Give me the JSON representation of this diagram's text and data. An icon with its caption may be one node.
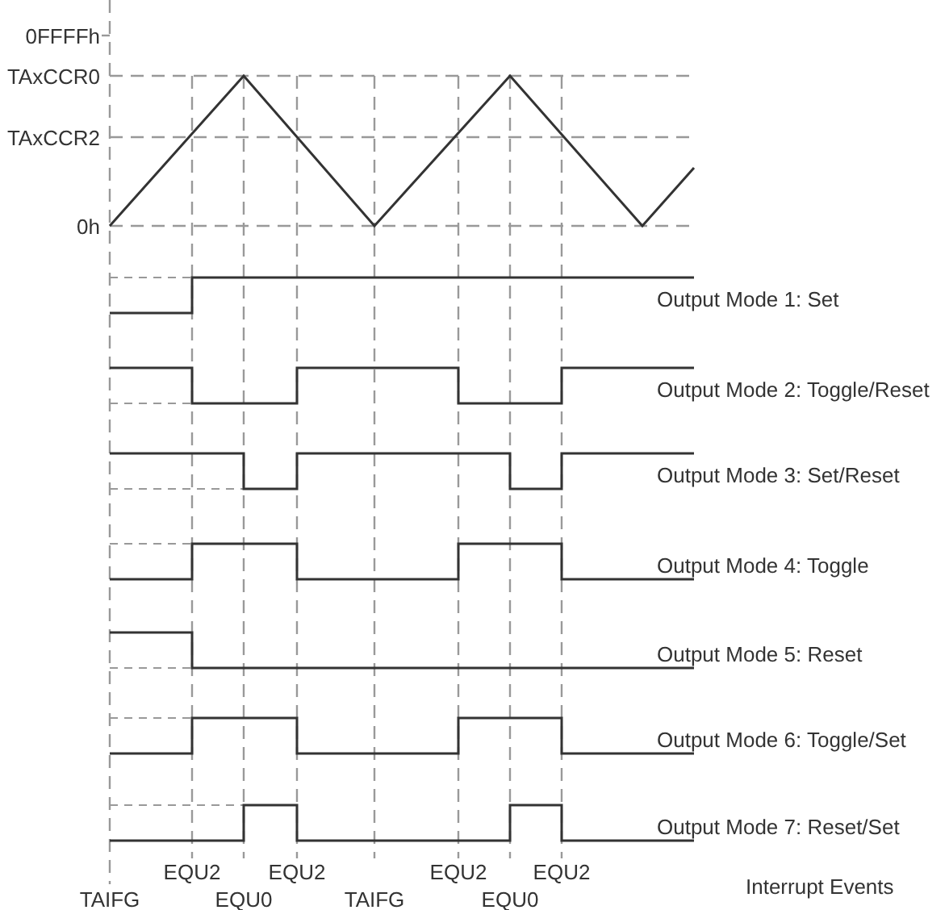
{
  "diagram": {
    "labels": [
      "0FFFFh",
      "TAxCCR0",
      "TAxCCR2",
      "0h",
      "Output Mode 1: Set",
      "Output Mode 2: Toggle/Reset",
      "Output Mode 3: Set/Reset",
      "Output Mode 4: Toggle",
      "Output Mode 5: Reset",
      "Output Mode 6: Toggle/Set",
      "Output Mode 7: Reset/Set",
      "EQU2",
      "EQU2",
      "EQU2",
      "EQU2",
      "TAIFG",
      "EQU0",
      "TAIFG",
      "EQU0",
      "Interrupt Events"
    ]
  }
}
